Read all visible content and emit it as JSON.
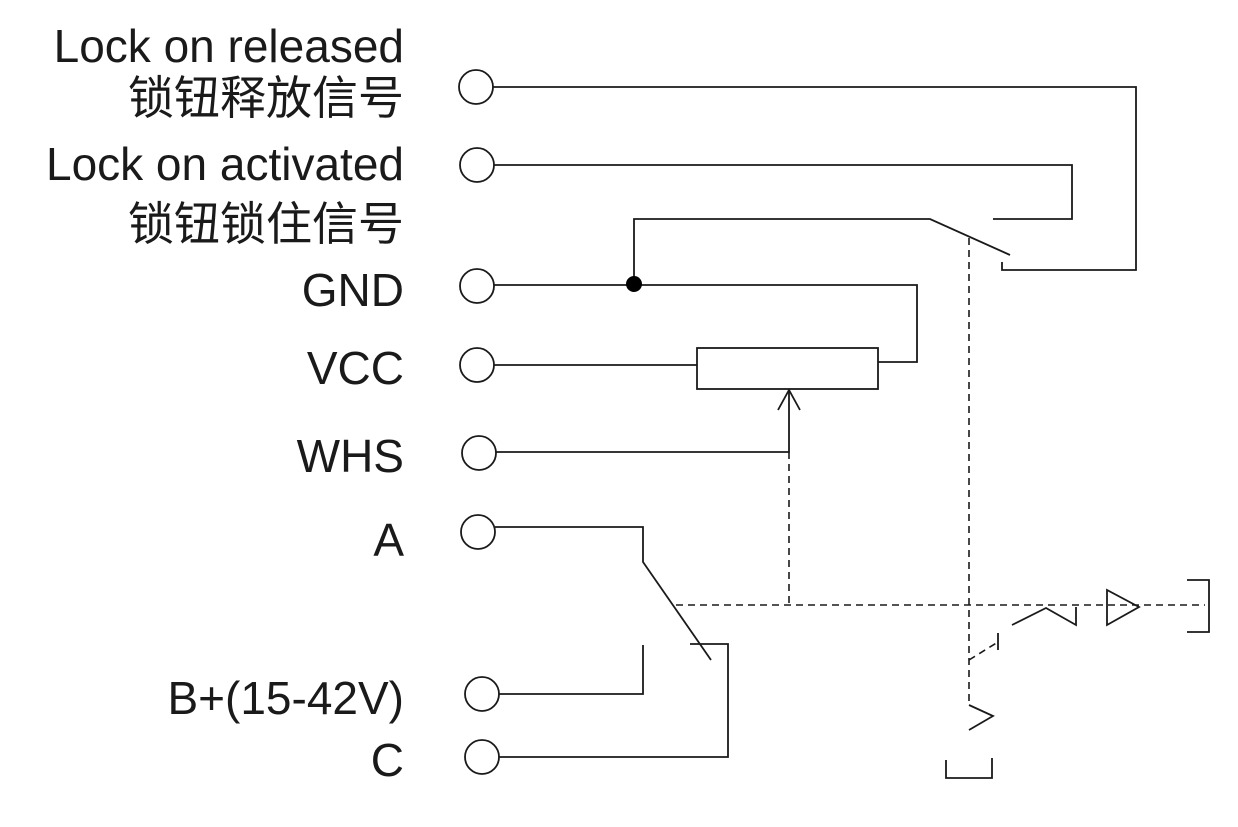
{
  "terminals": [
    {
      "key": "lock_released",
      "label_en": "Lock on released",
      "label_cn": "锁钮释放信号"
    },
    {
      "key": "lock_activated",
      "label_en": "Lock on activated",
      "label_cn": "锁钮锁住信号"
    },
    {
      "key": "gnd",
      "label": "GND"
    },
    {
      "key": "vcc",
      "label": "VCC"
    },
    {
      "key": "whs",
      "label": "WHS"
    },
    {
      "key": "a",
      "label": "A"
    },
    {
      "key": "bplus",
      "label": "B+(15-42V)"
    },
    {
      "key": "c",
      "label": "C"
    }
  ]
}
